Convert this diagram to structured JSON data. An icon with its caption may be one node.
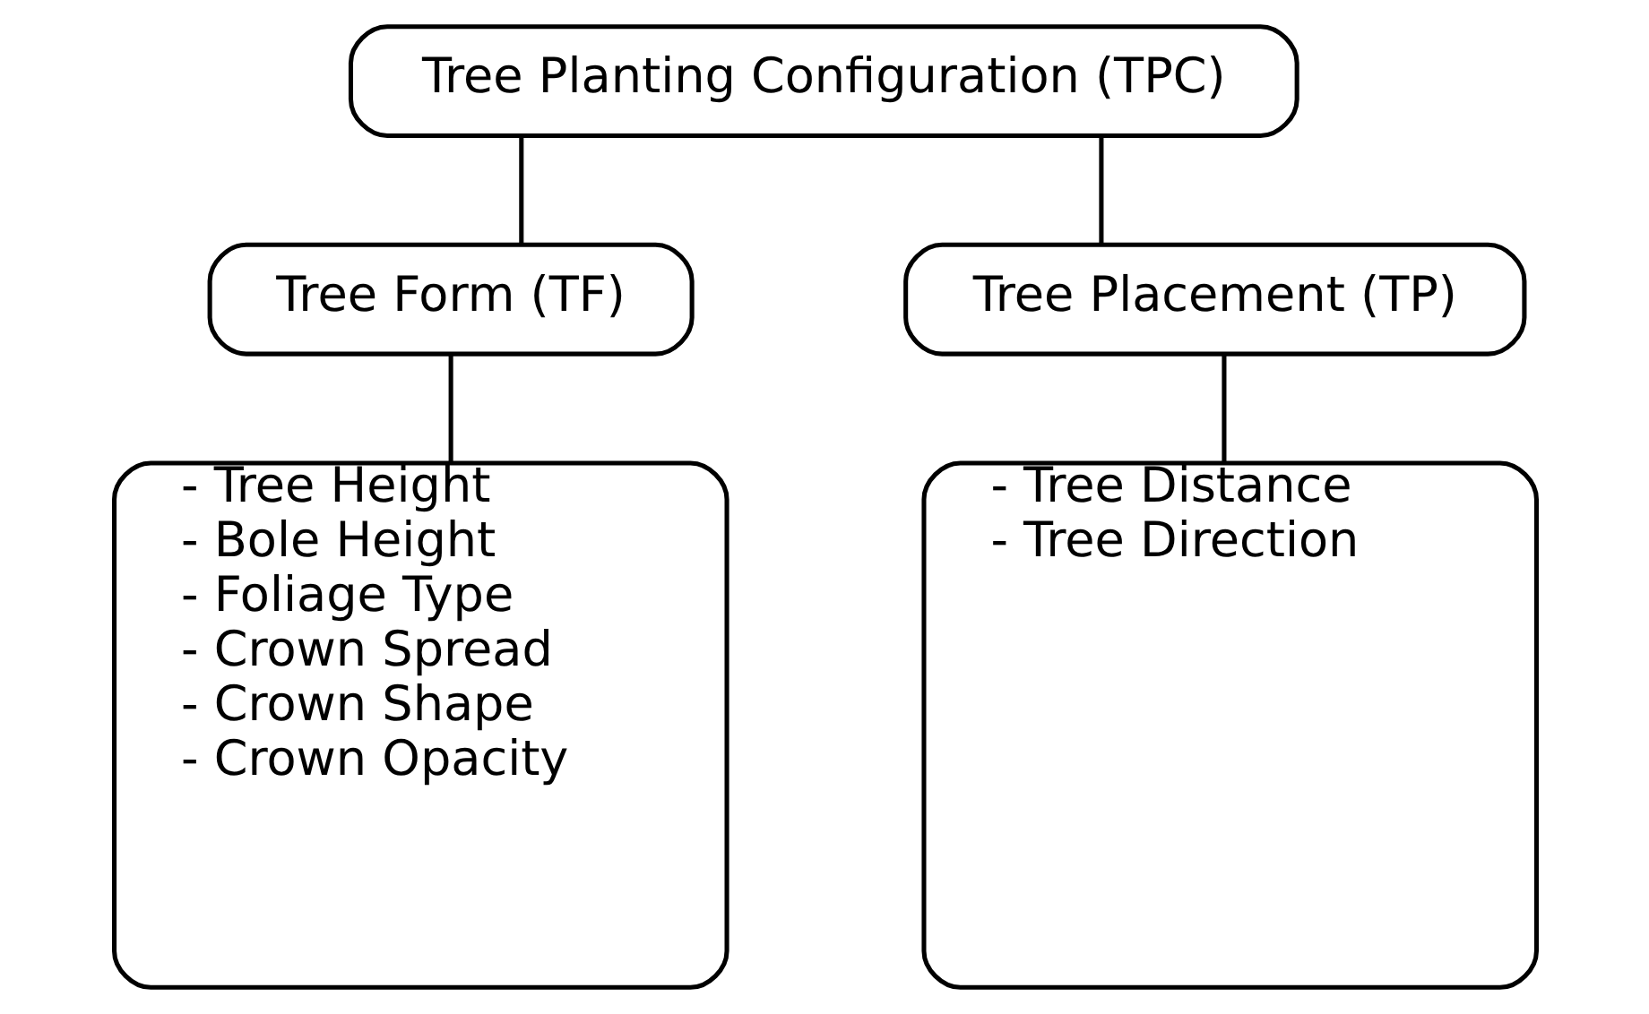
{
  "diagram": {
    "nodes": [
      {
        "text": [
          "Tree Planting Configuration (TPC)"
        ]
      },
      {
        "text": [
          "Tree Form (TF)"
        ]
      },
      {
        "text": [
          "Tree Placement (TP)"
        ]
      },
      {
        "text": [
          "- Tree Height",
          "- Bole Height",
          "- Foliage Type",
          "- Crown Spread",
          "- Crown Shape",
          "- Crown Opacity"
        ]
      },
      {
        "text": [
          "- Tree Distance",
          "- Tree Direction"
        ]
      }
    ],
    "edges": [
      {
        "from": 0,
        "to": 1,
        "arrow": "none"
      },
      {
        "from": 0,
        "to": 2,
        "arrow": "none"
      },
      {
        "from": 1,
        "to": 3,
        "arrow": "none"
      },
      {
        "from": 2,
        "to": 4,
        "arrow": "none"
      }
    ]
  }
}
